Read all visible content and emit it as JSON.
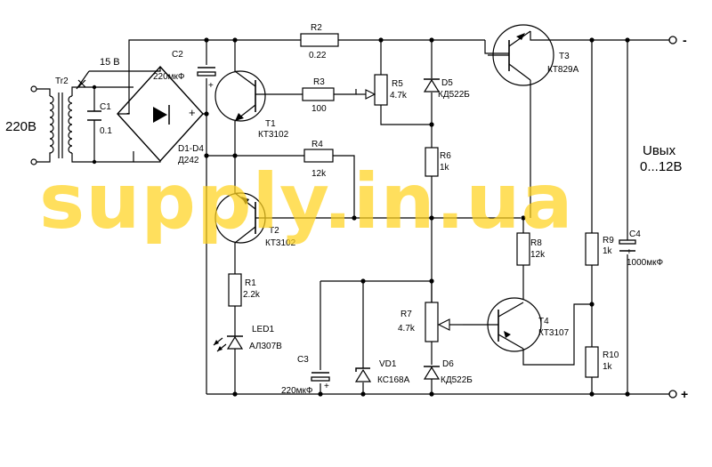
{
  "watermark": "supply.in.ua",
  "labels": {
    "mains": "220В",
    "tr2": "Tr2",
    "v15": "15 В",
    "c1": "C1",
    "c1_val": "0.1",
    "c2": "C2",
    "c2_val": "220мкФ",
    "bridge": "D1-D4",
    "bridge_val": "Д242",
    "bridge_minus": "-",
    "bridge_plus": "+",
    "r2": "R2",
    "r2_val": "0.22",
    "r3": "R3",
    "r3_val": "100",
    "r4": "R4",
    "r4_val": "12k",
    "r5": "R5",
    "r5_val": "4.7k",
    "r6": "R6",
    "r6_val": "1k",
    "r7": "R7",
    "r7_val": "4.7k",
    "r8": "R8",
    "r8_val": "12k",
    "r9": "R9",
    "r9_val": "1k",
    "r10": "R10",
    "r10_val": "1k",
    "r1": "R1",
    "r1_val": "2.2k",
    "t1": "T1",
    "t1_val": "КТ3102",
    "t2": "T2",
    "t2_val": "КТ3102",
    "t3": "T3",
    "t3_val": "КТ829А",
    "t4": "T4",
    "t4_val": "КТ3107",
    "d5": "D5",
    "d5_val": "КД522Б",
    "d6": "D6",
    "d6_val": "КД522Б",
    "vd1": "VD1",
    "vd1_val": "КС168А",
    "led1": "LED1",
    "led1_val": "АЛ307В",
    "c3": "C3",
    "c3_val": "220мкФ",
    "c4": "C4",
    "c4_val": "1000мкФ",
    "uout": "Uвых",
    "uout_range": "0...12В",
    "term_minus": "-",
    "term_plus": "+",
    "cap_plus": "+"
  }
}
